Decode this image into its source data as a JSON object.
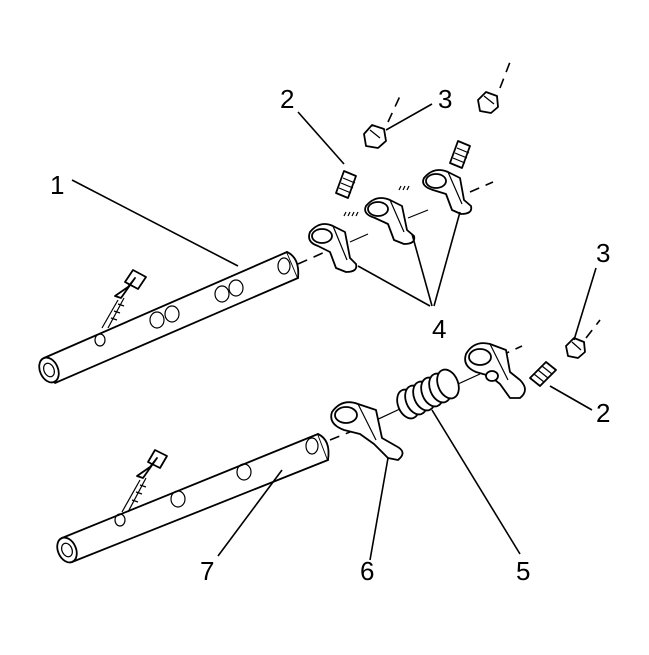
{
  "callouts": {
    "c1": "1",
    "c2a": "2",
    "c3a": "3",
    "c3b": "3",
    "c2b": "2",
    "c4": "4",
    "c5": "5",
    "c6": "6",
    "c7": "7"
  }
}
